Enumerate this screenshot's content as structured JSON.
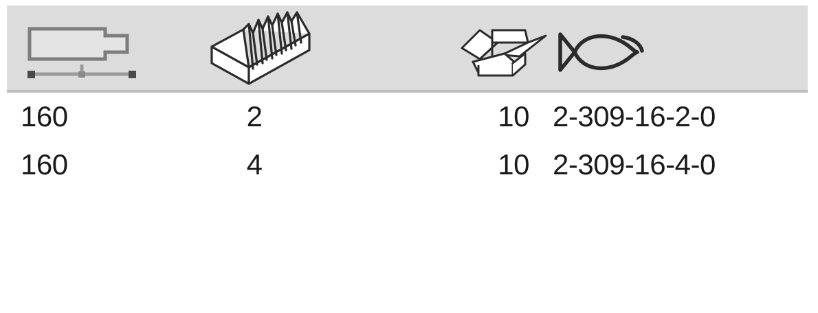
{
  "table": {
    "columns": [
      {
        "key": "length",
        "icon": "tool-length-dimension-icon",
        "icon_label": "Blade length dimension"
      },
      {
        "key": "cut",
        "icon": "serrated-cut-block-icon",
        "icon_label": "File cut / toothing"
      },
      {
        "key": "packaging",
        "icon": "open-box-icon",
        "icon_label": "Packaging unit"
      },
      {
        "key": "article_number",
        "icon": "fish-icon",
        "icon_label": "Article number"
      }
    ],
    "rows": [
      {
        "length": "160",
        "cut": "2",
        "packaging": "10",
        "article_number": "2-309-16-2-0"
      },
      {
        "length": "160",
        "cut": "4",
        "packaging": "10",
        "article_number": "2-309-16-4-0"
      }
    ]
  },
  "colors": {
    "header_background": "#dcdcdc",
    "header_rule": "#bdbdbd",
    "icon_stroke": "#2b2b2b",
    "dimension_stroke": "#8c8c8c",
    "text": "#1a1a1a",
    "page_background": "#ffffff"
  }
}
